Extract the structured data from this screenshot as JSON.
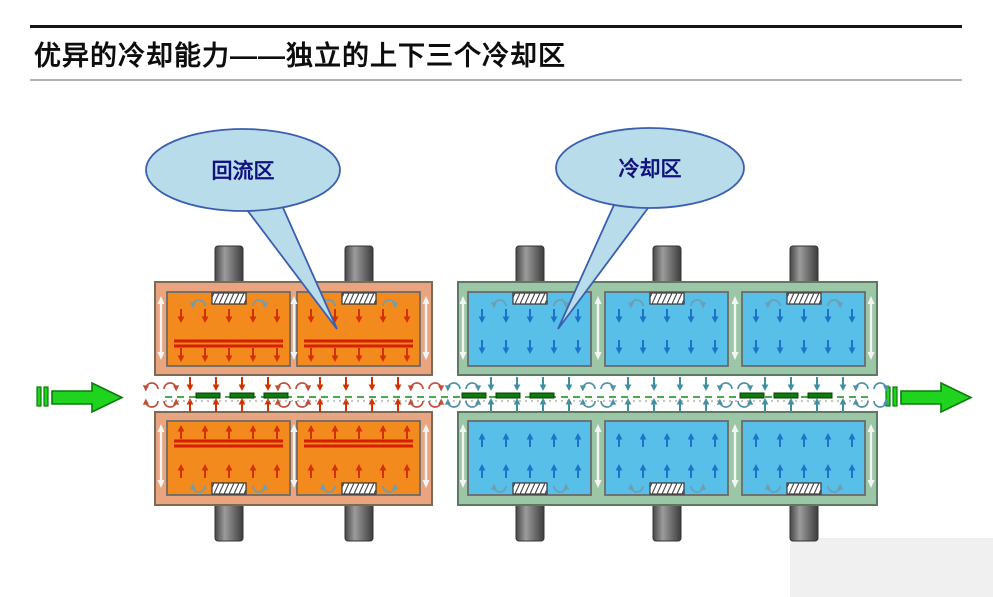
{
  "header": {
    "title": "优异的冷却能力——独立的上下三个冷却区"
  },
  "callouts": {
    "reflow": {
      "label": "回流区"
    },
    "cooling": {
      "label": "冷却区"
    }
  },
  "diagram": {
    "zones": {
      "heating_top_count": 2,
      "heating_bottom_count": 2,
      "cooling_top_count": 3,
      "cooling_bottom_count": 3
    },
    "flow": {
      "direction": "left-to-right"
    },
    "icons": {
      "fan_motor": "gray-cylinder",
      "grill": "hatched-vent",
      "flow_arrow": "green-block-arrow",
      "swirl": "curled-air-arrow"
    },
    "colors": {
      "heating_shell": "#e8a57f",
      "heating_box": "#f28a1e",
      "heater_line": "#d42000",
      "cooling_shell": "#9cc7a6",
      "cooling_box": "#58bfe8",
      "red_arrow": "#d43000",
      "blue_arrow": "#1b74c8",
      "flow_arrow": "#1fd41f",
      "conveyor_green": "#2f9e2f",
      "callout_fill": "#b9dcea",
      "callout_stroke": "#3a5fae"
    }
  }
}
